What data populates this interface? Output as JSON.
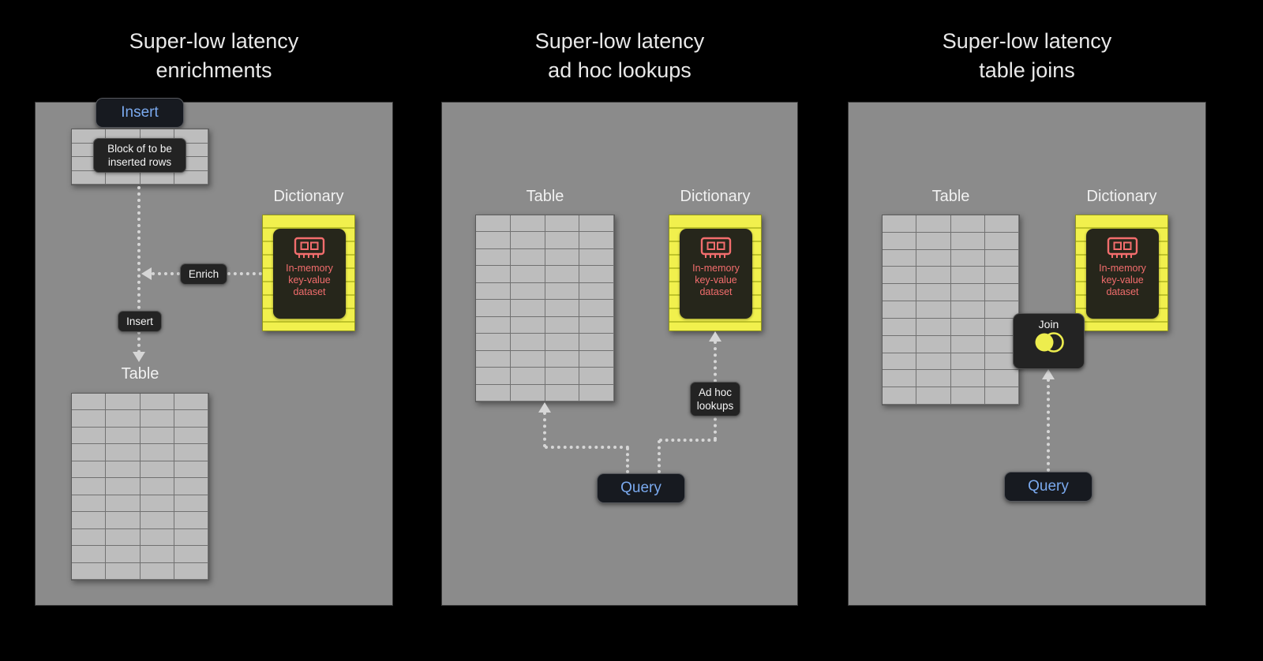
{
  "colors": {
    "background": "#000000",
    "panel_gray": "#8b8b8b",
    "accent_blue": "#7aa9ee",
    "dictionary_yellow": "#f1f04d",
    "icon_red": "#f26d6d",
    "connector_gray": "#d6d6d6"
  },
  "icons": {
    "dictionary_icon": "memory-chip-icon",
    "join_icon": "venn-overlap-icon"
  },
  "titles": {
    "enrichments": "Super-low latency\nenrichments",
    "adhoc": "Super-low latency\nad hoc lookups",
    "joins": "Super-low latency\ntable joins"
  },
  "panel1": {
    "insert_button": "Insert",
    "block_label": "Block of to be\ninserted rows",
    "enrich_badge": "Enrich",
    "insert_badge": "Insert",
    "dictionary_label": "Dictionary",
    "dictionary_text": "In-memory\nkey-value\ndataset",
    "table_label": "Table",
    "block_grid": {
      "rows": 4,
      "cols": 4
    },
    "table_grid": {
      "rows": 11,
      "cols": 4
    }
  },
  "panel2": {
    "table_label": "Table",
    "dictionary_label": "Dictionary",
    "dictionary_text": "In-memory\nkey-value\ndataset",
    "adhoc_badge": "Ad hoc\nlookups",
    "query_button": "Query",
    "table_grid": {
      "rows": 11,
      "cols": 4
    }
  },
  "panel3": {
    "table_label": "Table",
    "dictionary_label": "Dictionary",
    "dictionary_text": "In-memory\nkey-value\ndataset",
    "join_badge": "Join",
    "query_button": "Query",
    "table_grid": {
      "rows": 11,
      "cols": 4
    }
  }
}
